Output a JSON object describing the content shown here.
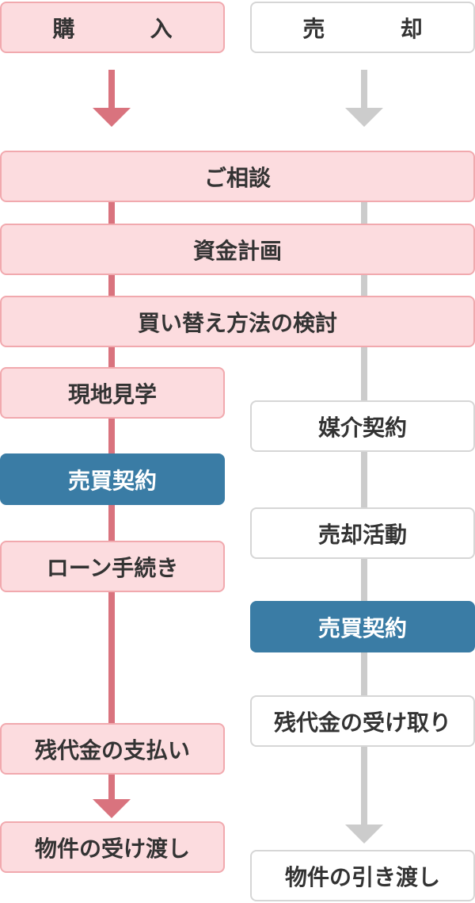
{
  "header": {
    "buy": "購　入",
    "sell": "売　却"
  },
  "shared": {
    "consult": "ご相談",
    "funding": "資金計画",
    "replacement": "買い替え方法の検討"
  },
  "buy_steps": {
    "viewing": "現地見学",
    "contract": "売買契約",
    "loan": "ローン手続き",
    "payment": "残代金の支払い",
    "handover": "物件の受け渡し"
  },
  "sell_steps": {
    "mediation": "媒介契約",
    "activity": "売却活動",
    "contract": "売買契約",
    "receipt": "残代金の受け取り",
    "handover": "物件の引き渡し"
  },
  "colors": {
    "pink_fill": "#fcdcdf",
    "pink_border": "#f1a9ae",
    "pink_line": "#d9737e",
    "blue": "#3a7ca5",
    "gray": "#cccccc"
  }
}
